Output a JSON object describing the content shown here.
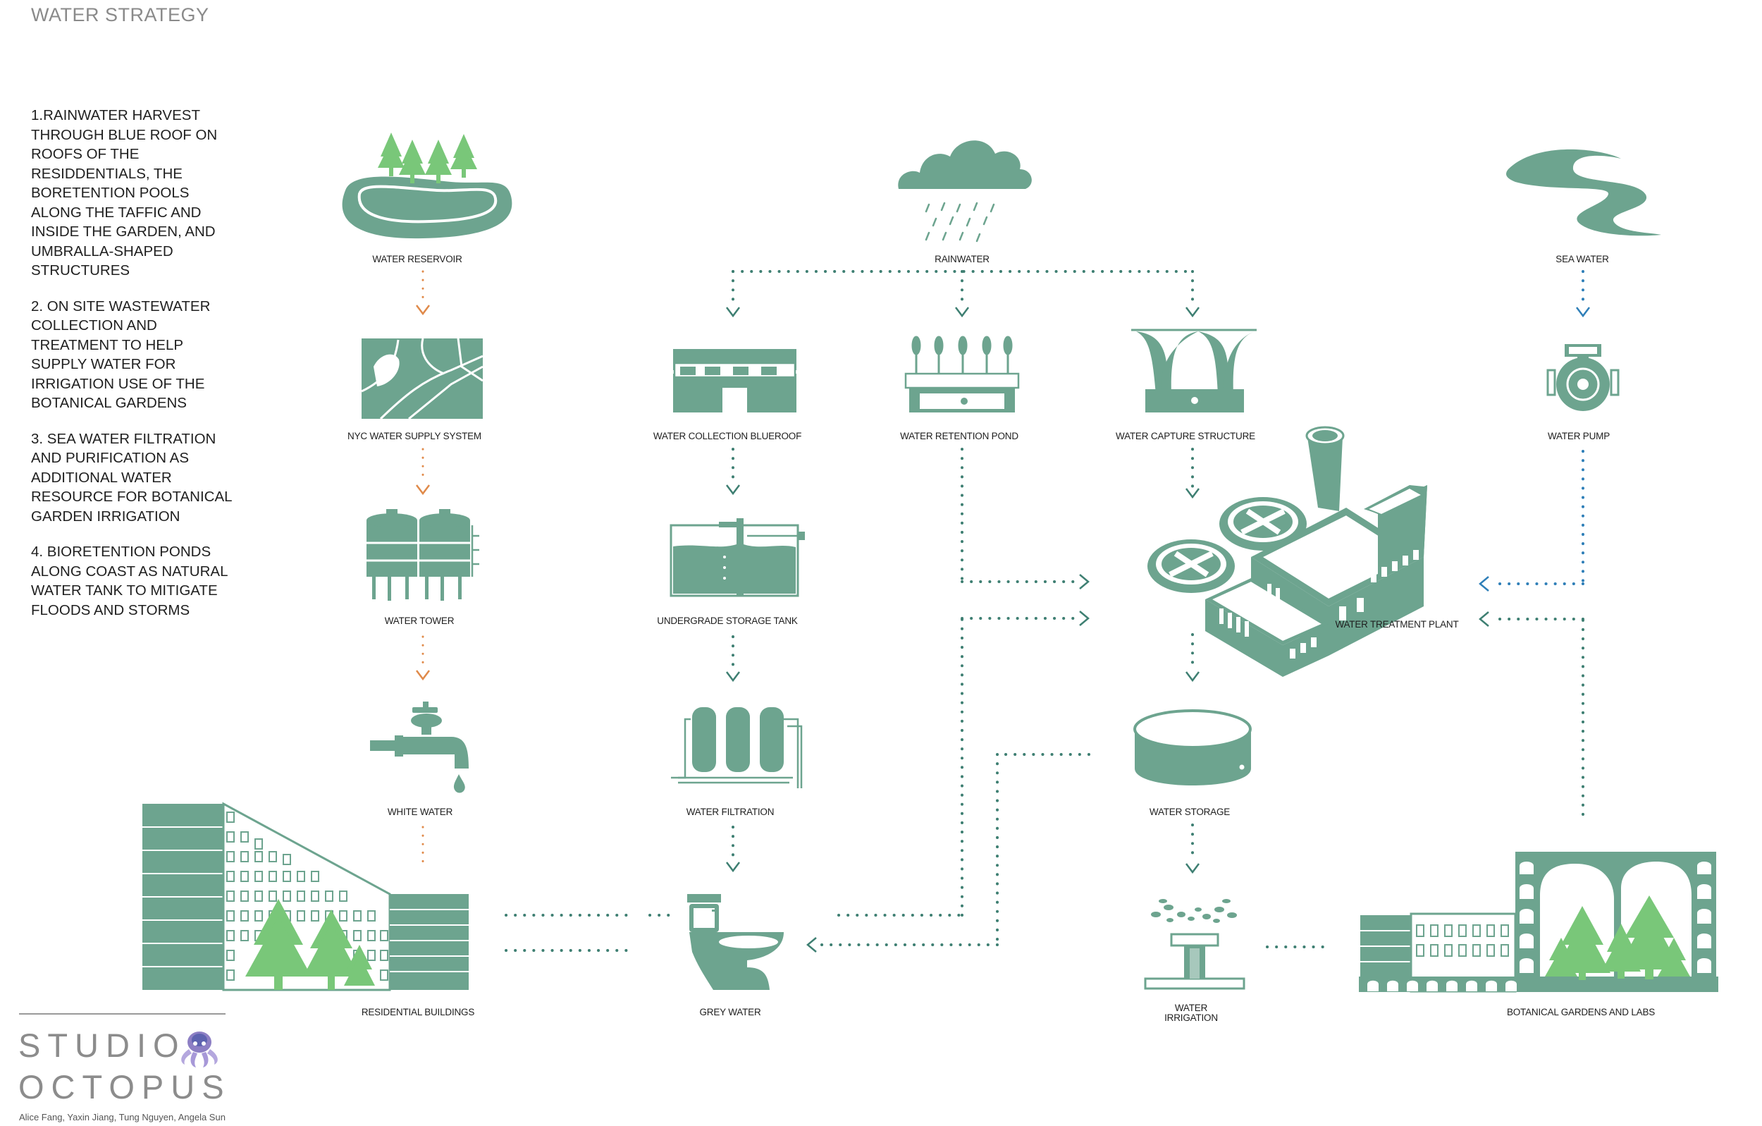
{
  "title": "WATER STRATEGY",
  "strategy": {
    "items": [
      "1.RAINWATER HARVEST THROUGH BLUE ROOF ON ROOFS OF THE RESIDDENTIALS, THE BORETENTION POOLS ALONG THE TAFFIC AND INSIDE THE GARDEN, AND UMBRALLA-SHAPED STRUCTURES",
      "2. ON SITE WASTEWATER COLLECTION AND TREATMENT TO HELP SUPPLY WATER FOR IRRIGATION USE OF THE BOTANICAL GARDENS",
      "3. SEA WATER FILTRATION AND PURIFICATION AS ADDITIONAL WATER RESOURCE FOR BOTANICAL GARDEN IRRIGATION",
      "4. BIORETENTION PONDS ALONG COAST AS NATURAL WATER TANK TO MITIGATE FLOODS AND STORMS"
    ]
  },
  "nodes": {
    "water_reservoir": "WATER RESERVOIR",
    "rainwater": "RAINWATER",
    "sea_water": "SEA WATER",
    "nyc_water_supply": "NYC WATER SUPPLY SYSTEM",
    "blueroof": "WATER COLLECTION BLUEROOF",
    "retention_pond": "WATER RETENTION POND",
    "capture_structure": "WATER CAPTURE STRUCTURE",
    "water_pump": "WATER PUMP",
    "water_tower": "WATER TOWER",
    "storage_tank": "UNDERGRADE STORAGE TANK",
    "treatment_plant": "WATER TREATMENT PLANT",
    "white_water": "WHITE WATER",
    "water_filtration": "WATER FILTRATION",
    "water_storage": "WATER STORAGE",
    "residential": "RESIDENTIAL BUILDINGS",
    "grey_water": "GREY WATER",
    "irrigation_line1": "WATER",
    "irrigation_line2": "IRRIGATION",
    "botanical": "BOTANICAL GARDENS AND LABS"
  },
  "footer": {
    "brand_line1": "STUDIO",
    "brand_line2": "OCTOPUS",
    "credits": "Alice Fang, Yaxin Jiang, Tung Nguyen,  Angela Sun"
  },
  "colors": {
    "icon_green": "#6da48f",
    "tree_green": "#79c779",
    "flow_teal": "#3e7f72",
    "flow_orange": "#e08a4a",
    "flow_blue": "#2f7fb8",
    "logo_purple": "#8d7fc4"
  }
}
